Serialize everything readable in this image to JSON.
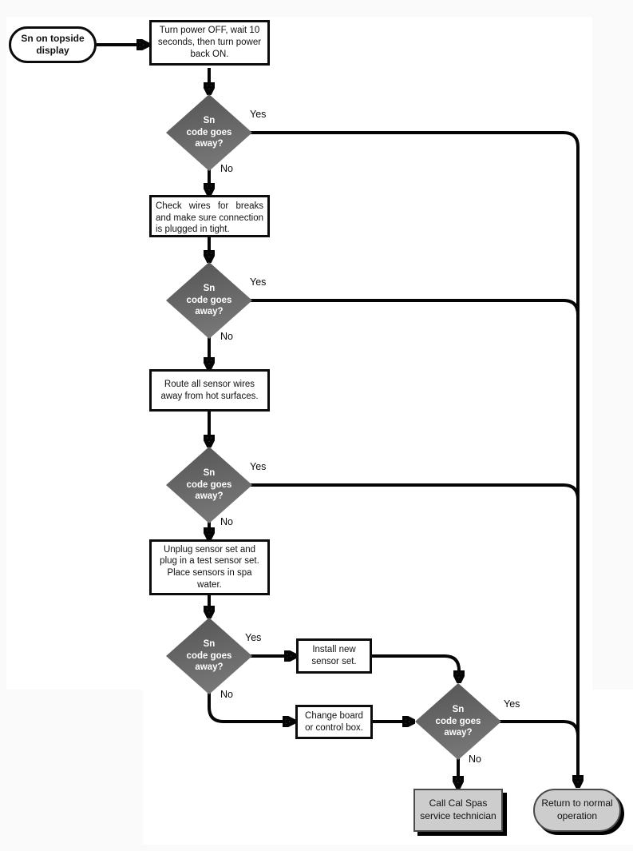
{
  "page": {
    "background_color": "#fafafa",
    "canvas_color": "#ffffff"
  },
  "flowchart": {
    "start": {
      "label": "Sn on topside display"
    },
    "steps": {
      "power_cycle": "Turn power OFF, wait 10 seconds, then turn power back ON.",
      "check_wires": "Check wires for breaks and make sure connection is plugged in tight.",
      "route_wires": "Route all sensor wires away from hot surfaces.",
      "test_sensors": "Unplug sensor set and plug in a test sensor set. Place sensors in spa water.",
      "install_sensor": "Install new sensor set.",
      "change_board": "Change board or control box."
    },
    "decision": {
      "label": "Sn\ncode goes\naway?"
    },
    "branch_labels": {
      "yes": "Yes",
      "no": "No"
    },
    "terminals": {
      "call_tech": "Call Cal Spas service technician",
      "return_normal": "Return to normal operation"
    },
    "colors": {
      "decision_fill": "#6b6b6b",
      "decision_text": "#ffffff",
      "terminal_fill": "#cdcdcd",
      "line": "#000000"
    }
  }
}
